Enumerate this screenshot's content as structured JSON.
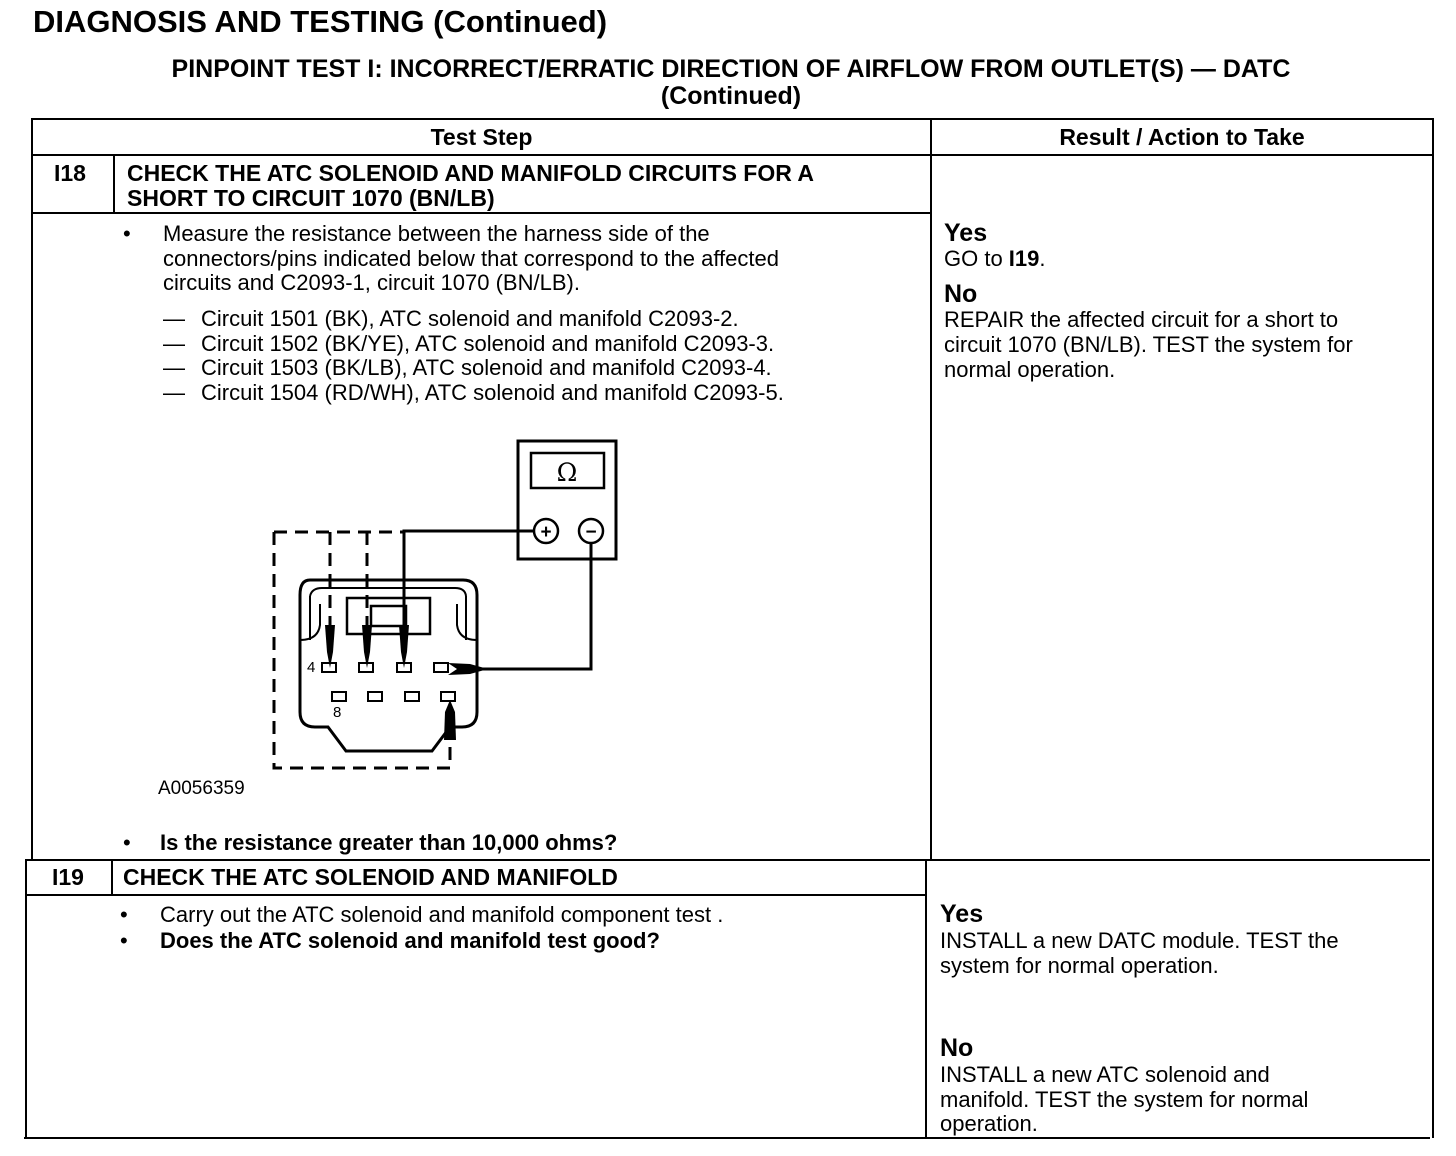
{
  "header": {
    "title": "DIAGNOSIS AND TESTING (Continued)",
    "subtitle_line1": "PINPOINT TEST I: INCORRECT/ERRATIC DIRECTION OF AIRFLOW FROM OUTLET(S) — DATC",
    "subtitle_line2": "(Continued)"
  },
  "table": {
    "col_test_step": "Test Step",
    "col_result": "Result / Action to Take"
  },
  "steps": [
    {
      "id": "I18",
      "title_line1": "CHECK THE ATC SOLENOID AND MANIFOLD CIRCUITS FOR A",
      "title_line2": "SHORT TO CIRCUIT 1070 (BN/LB)",
      "bullet1_lines": [
        "Measure the resistance between the harness side of the",
        "connectors/pins indicated below that correspond to the affected",
        "circuits and C2093-1, circuit 1070 (BN/LB)."
      ],
      "dash_items": [
        "Circuit 1501 (BK), ATC solenoid and manifold C2093-2.",
        "Circuit 1502 (BK/YE), ATC solenoid and manifold C2093-3.",
        "Circuit 1503 (BK/LB), ATC solenoid and manifold C2093-4.",
        "Circuit 1504 (RD/WH), ATC solenoid and manifold C2093-5."
      ],
      "figure": {
        "meter_symbol": "Ω",
        "plus": "+",
        "minus": "−",
        "pin_label_4": "4",
        "pin_label_8": "8",
        "figure_id": "A0056359"
      },
      "question": "Is the resistance greater than 10,000 ohms?",
      "yes_label": "Yes",
      "yes_prefix": "GO to ",
      "yes_target": "I19",
      "yes_suffix": ".",
      "no_label": "No",
      "no_lines": [
        "REPAIR the affected circuit for a short to",
        "circuit 1070 (BN/LB). TEST the system for",
        "normal operation."
      ]
    },
    {
      "id": "I19",
      "title": "CHECK THE ATC SOLENOID AND MANIFOLD",
      "bullet1": "Carry out the ATC solenoid and manifold component test .",
      "question": "Does the ATC solenoid and manifold test good?",
      "yes_label": "Yes",
      "yes_lines": [
        "INSTALL a new DATC module. TEST the",
        "system for normal operation."
      ],
      "no_label": "No",
      "no_lines": [
        "INSTALL a new ATC solenoid and",
        "manifold. TEST the system for normal",
        "operation."
      ]
    }
  ]
}
